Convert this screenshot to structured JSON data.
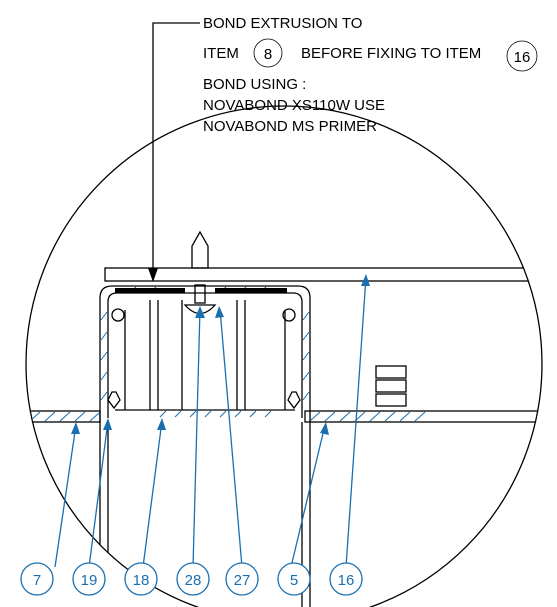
{
  "note": {
    "line1": "BOND EXTRUSION TO",
    "line2_prefix": "ITEM",
    "line2_item_a": "8",
    "line2_middle": "BEFORE FIXING TO ITEM",
    "line2_item_b": "16",
    "line3": "BOND USING :",
    "line4": "NOVABOND XS110W USE",
    "line5": "NOVABOND MS PRIMER"
  },
  "balloons": [
    {
      "label": "7"
    },
    {
      "label": "19"
    },
    {
      "label": "18"
    },
    {
      "label": "28"
    },
    {
      "label": "27"
    },
    {
      "label": "5"
    },
    {
      "label": "16"
    }
  ],
  "colors": {
    "line": "#000000",
    "callout": "#1a6fb0",
    "background": "#ffffff"
  }
}
